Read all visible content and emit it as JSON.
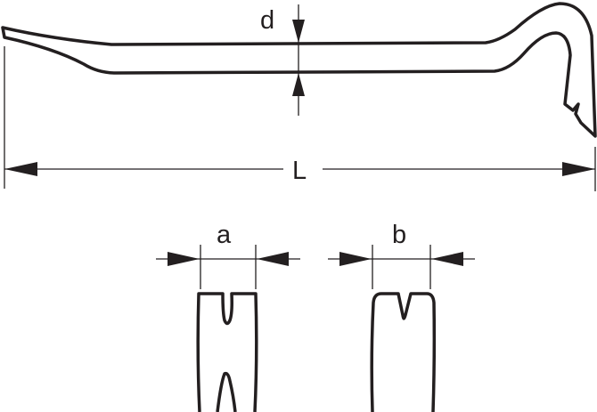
{
  "labels": {
    "thickness": "d",
    "length": "L",
    "claw_width": "a",
    "tip_width": "b"
  },
  "colors": {
    "line": "#231f20",
    "background": "#ffffff"
  }
}
